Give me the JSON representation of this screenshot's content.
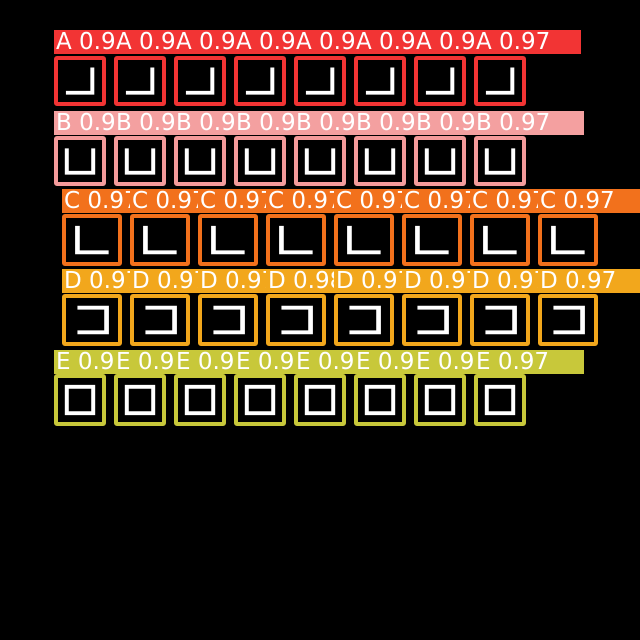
{
  "rows": [
    {
      "class": "A",
      "color": "#f23434",
      "label_color": "#f23434",
      "glyph": "bracket-icon",
      "labels": [
        "A 0.97",
        "A 0.97",
        "A 0.97",
        "A 0.97",
        "A 0.97",
        "A 0.97",
        "A 0.97",
        "A 0.97"
      ]
    },
    {
      "class": "B",
      "color": "#f49b9b",
      "label_color": "#f4a0a0",
      "glyph": "cup-icon",
      "labels": [
        "B 0.97",
        "B 0.97",
        "B 0.97",
        "B 0.97",
        "B 0.97",
        "B 0.97",
        "B 0.97",
        "B 0.97"
      ]
    },
    {
      "class": "C",
      "color": "#f2711c",
      "label_color": "#f2711c",
      "glyph": "l-corner-icon",
      "labels": [
        "C 0.97",
        "C 0.97",
        "C 0.97",
        "C 0.97",
        "C 0.97",
        "C 0.97",
        "C 0.97",
        "C 0.97"
      ]
    },
    {
      "class": "D",
      "color": "#f2a71c",
      "label_color": "#f2a71c",
      "glyph": "bracket-right-icon",
      "labels": [
        "D 0.97",
        "D 0.97",
        "D 0.97",
        "D 0.98",
        "D 0.97",
        "D 0.97",
        "D 0.97",
        "D 0.97"
      ]
    },
    {
      "class": "E",
      "color": "#c8c83a",
      "label_color": "#c8c83a",
      "glyph": "square-icon",
      "labels": [
        "E 0.97",
        "E 0.97",
        "E 0.97",
        "E 0.97",
        "E 0.97",
        "E 0.97",
        "E 0.97",
        "E 0.97"
      ]
    }
  ]
}
